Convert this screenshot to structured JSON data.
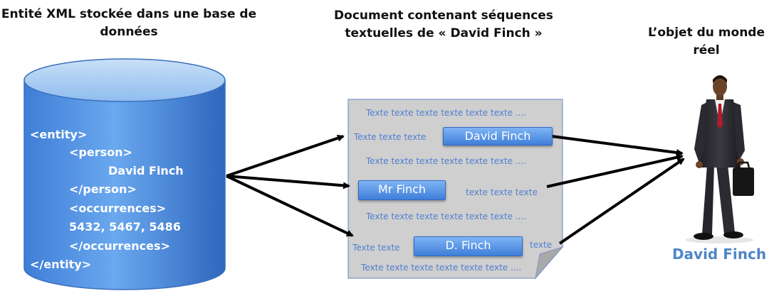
{
  "headings": {
    "database": "Entité XML stockée dans une base de données",
    "document": "Document contenant séquences textuelles de « David Finch »",
    "real_object": "L’objet du monde réel"
  },
  "xml_lines": [
    "<entity>",
    "<person>",
    "David Finch",
    "</person>",
    "<occurrences>",
    "5432, 5467,  5486",
    "</occurrences>",
    "</entity>"
  ],
  "document": {
    "line1": "Texte texte texte texte texte texte ....",
    "line2_prefix": "Texte texte texte",
    "mention1": "David Finch",
    "line3": "Texte texte texte texte texte texte ....",
    "mention2": "Mr Finch",
    "line4_suffix": "texte texte texte",
    "line5": "Texte texte texte texte texte texte ....",
    "line6_prefix": "Texte texte",
    "mention3": "D. Finch",
    "line6_suffix": "texte",
    "line7": "Texte texte texte texte texte texte ...."
  },
  "person_caption": "David Finch",
  "colors": {
    "cylinder_top": "#a9cdf4",
    "cylinder_body": "#4f8fe3",
    "document_fill": "#cfcfcf",
    "accent_text": "#4f86c6"
  }
}
